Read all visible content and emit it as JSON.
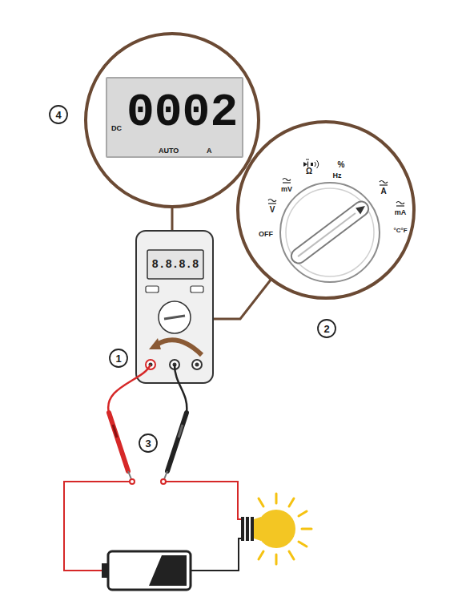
{
  "diagram": {
    "nodes": [
      {
        "text": [
          "DC",
          "0002",
          "AUTO",
          "A"
        ]
      }
    ],
    "labels": [
      "4",
      "OFF",
      "V",
      "mV",
      "Ω",
      "%",
      "Hz",
      "A",
      "mA",
      "°C°F",
      "8.8.8.8",
      "2",
      "1",
      "3"
    ]
  }
}
